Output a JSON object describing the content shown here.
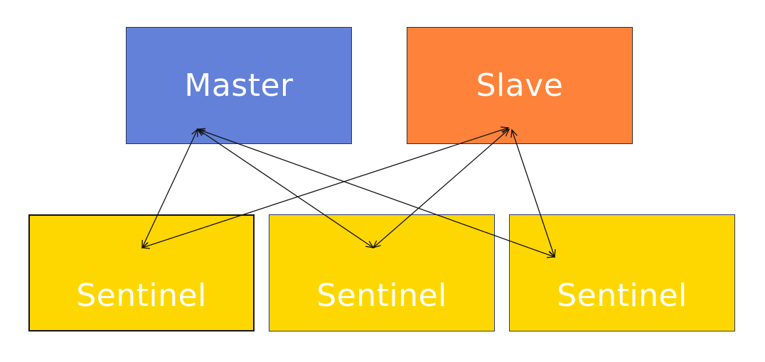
{
  "diagram": {
    "nodes": {
      "master": {
        "label": "Master",
        "color": "#6381d8"
      },
      "slave": {
        "label": "Slave",
        "color": "#fe8239"
      },
      "sentinel_1": {
        "label": "Sentinel",
        "color": "#ffd700"
      },
      "sentinel_2": {
        "label": "Sentinel",
        "color": "#ffd700"
      },
      "sentinel_3": {
        "label": "Sentinel",
        "color": "#ffd700"
      }
    },
    "edges": [
      {
        "from": "master",
        "to": "sentinel_1",
        "bidirectional": true
      },
      {
        "from": "master",
        "to": "sentinel_2",
        "bidirectional": true
      },
      {
        "from": "master",
        "to": "sentinel_3",
        "bidirectional": true
      },
      {
        "from": "slave",
        "to": "sentinel_1",
        "bidirectional": true
      },
      {
        "from": "slave",
        "to": "sentinel_2",
        "bidirectional": true
      },
      {
        "from": "slave",
        "to": "sentinel_3",
        "bidirectional": true
      }
    ],
    "edge_color": "#111111"
  }
}
